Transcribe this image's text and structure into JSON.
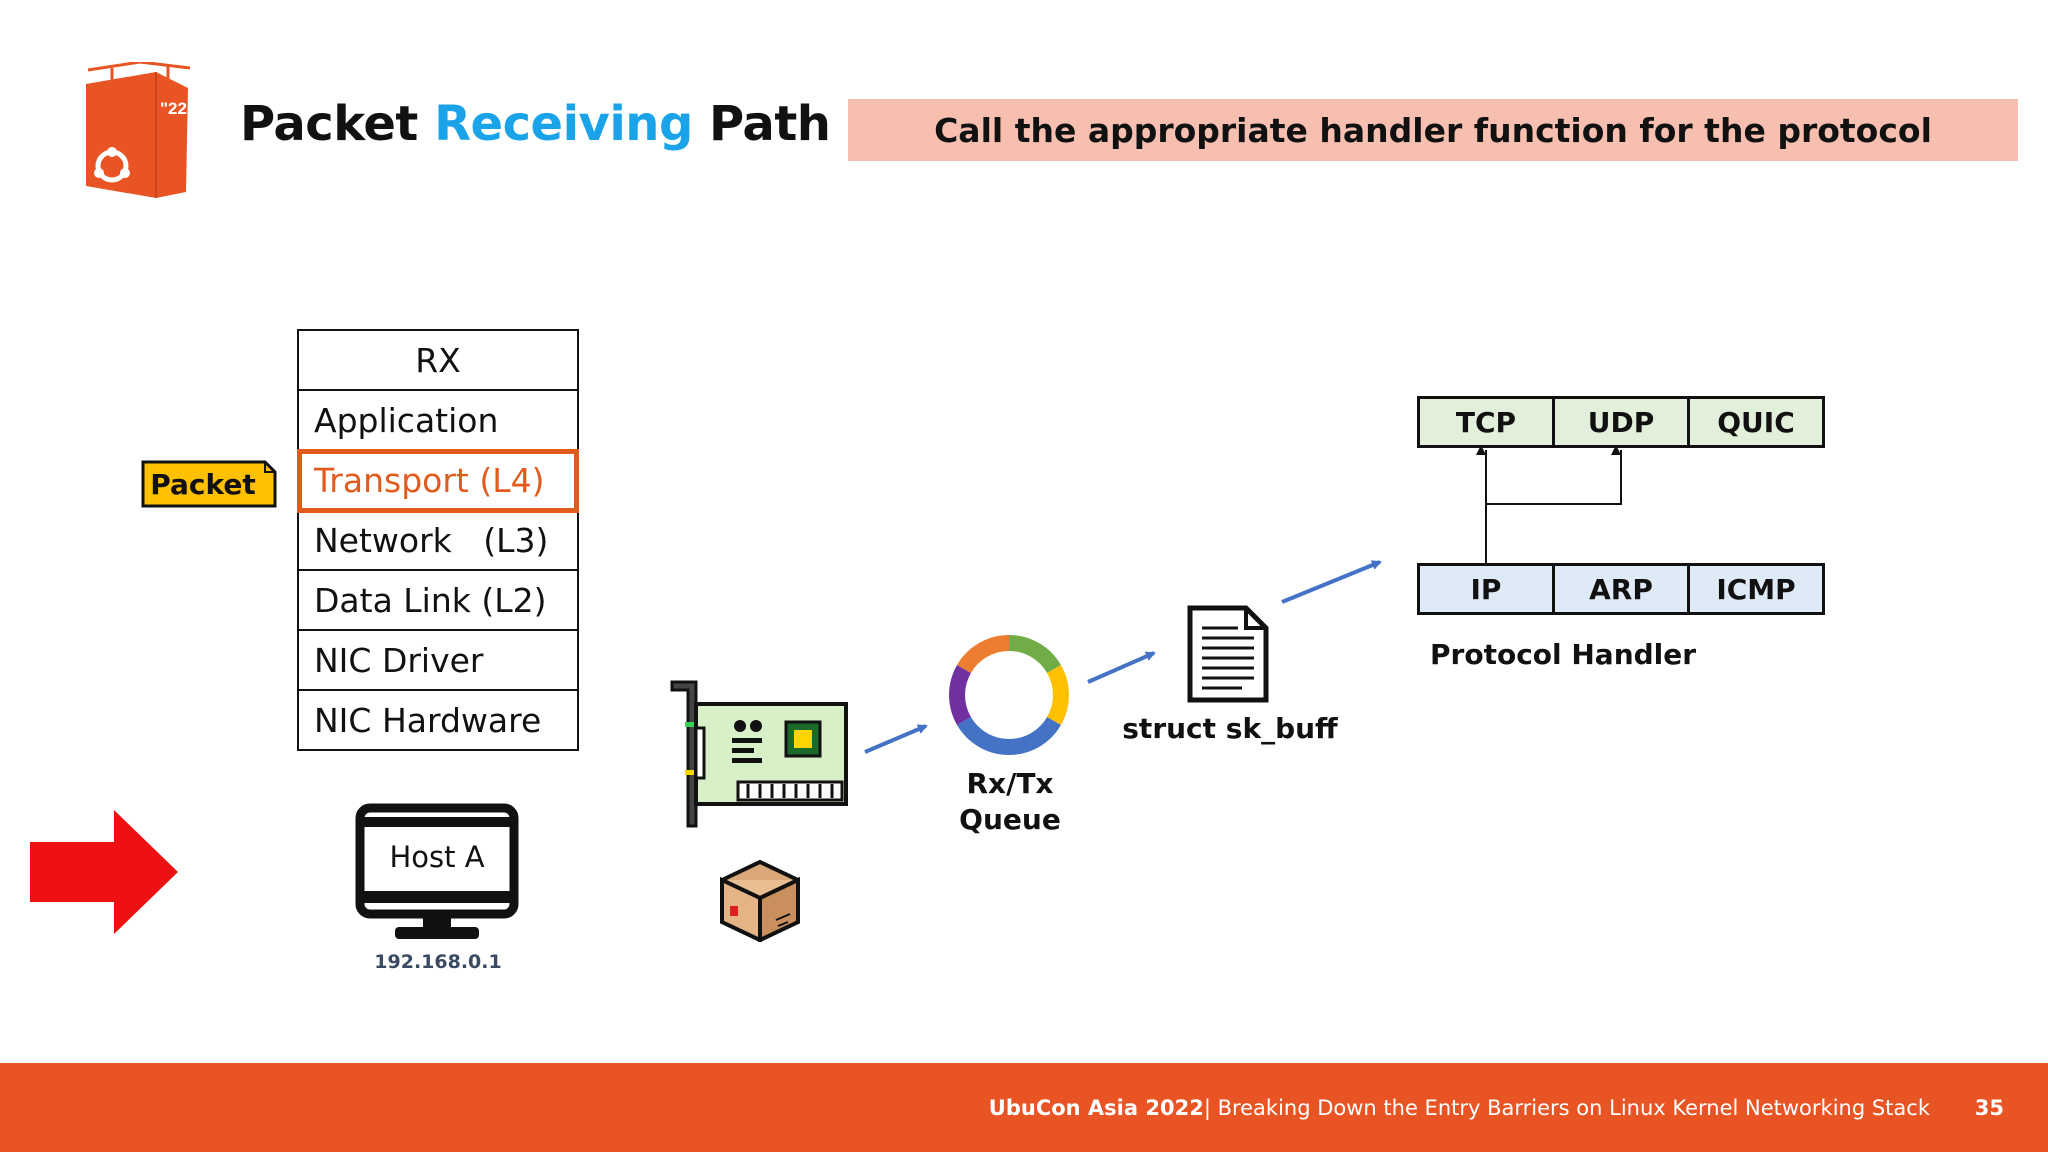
{
  "header": {
    "title_part1": "Packet ",
    "title_accent": "Receiving",
    "title_part2": " Path",
    "banner": "Call the appropriate handler function for the protocol"
  },
  "logo": {
    "badge_text": "\"22"
  },
  "stack": {
    "layers": [
      "RX",
      "Application",
      "Transport (L4)",
      "Network   (L3)",
      "Data Link (L2)",
      "NIC Driver",
      "NIC Hardware"
    ],
    "active_index": 2
  },
  "packet_tag": "Packet",
  "host": {
    "label": "Host A",
    "ip": "192.168.0.1"
  },
  "queue_label": [
    "Rx/Tx",
    "Queue"
  ],
  "skb_label": "struct sk_buff",
  "protocols": {
    "upper": [
      "TCP",
      "UDP",
      "QUIC"
    ],
    "lower": [
      "IP",
      "ARP",
      "ICMP"
    ],
    "label": "Protocol Handler"
  },
  "footer": {
    "event": "UbuCon Asia 2022",
    "talk": " | Breaking Down the Entry Barriers on Linux Kernel Networking Stack",
    "page": "35"
  },
  "colors": {
    "accent_blue": "#1aa3e8",
    "highlight_orange": "#e15b1e",
    "banner_bg": "#f6bfb0",
    "footer_bg": "#e85424",
    "packet_yellow": "#ffc000",
    "arrow_blue": "#4472c4",
    "upper_row_bg": "#e2efda",
    "lower_row_bg": "#deebf7"
  }
}
